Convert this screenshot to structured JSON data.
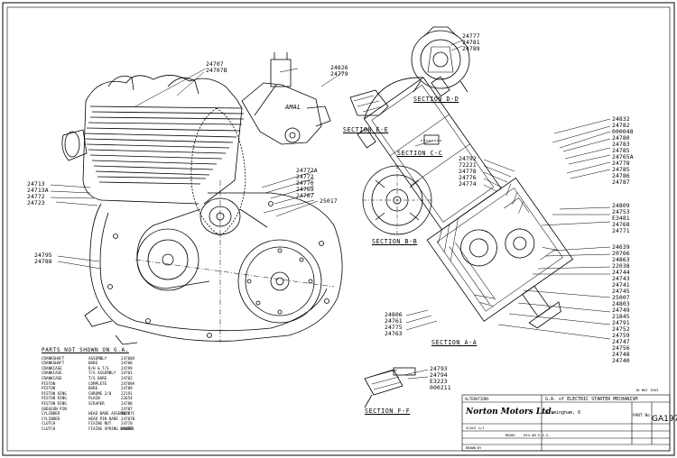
{
  "labels_cylinder": [
    "24707",
    "24707B"
  ],
  "labels_carb": [
    "24826",
    "24779"
  ],
  "carb_text": "AMAL",
  "labels_top_right": [
    "24777",
    "24781",
    "24789"
  ],
  "sections": {
    "d": "SECTION D-D",
    "e": "SECTION E-E",
    "c": "SECTION C-C",
    "b": "SECTION B-B",
    "a": "SECTION A-A",
    "f": "SECTION F-F"
  },
  "labels_left_mid": [
    "24713",
    "24713A",
    "24772",
    "24723"
  ],
  "labels_left_low": [
    "24795",
    "24788"
  ],
  "labels_b_group": [
    "24772A",
    "24772",
    "24770",
    "24769",
    "24767"
  ],
  "label_b_single": "25017",
  "labels_c_group": [
    "24792",
    "72221",
    "24778",
    "24776",
    "24774"
  ],
  "labels_right_top": [
    "24832",
    "24782",
    "000048",
    "24780",
    "24783",
    "24785",
    "24765A",
    "24778",
    "24785",
    "24786",
    "24787"
  ],
  "labels_right_mid": [
    "24809",
    "24753",
    "E3481",
    "24768",
    "24771"
  ],
  "labels_right_low": [
    "24639",
    "20766",
    "24863",
    "22038",
    "24744",
    "24743",
    "24741",
    "24745",
    "25007",
    "24803",
    "24749",
    "21845",
    "24791",
    "24752",
    "24759",
    "24747",
    "24756",
    "24748",
    "24740"
  ],
  "labels_a_left": [
    "24806",
    "24761",
    "24775",
    "24763"
  ],
  "labels_f": [
    "24793",
    "24794",
    "E3223",
    "000211"
  ],
  "parts_not_shown": {
    "title": "PARTS NOT SHOWN ON G.A.",
    "rows": [
      [
        "CRANKSHAFT",
        "ASSEMBLY",
        "24700A"
      ],
      [
        "CRANKSHAFT",
        "BARE",
        "24700"
      ],
      [
        "CRANKCASE",
        "R/H & T/S",
        "24799"
      ],
      [
        "CRANKCASE",
        "T/S ASSEMBLY",
        "24701"
      ],
      [
        "CRANKCASE",
        "T/S BARE",
        "24702"
      ],
      [
        "PISTON",
        "COMPLETE",
        "24709A"
      ],
      [
        "PISTON",
        "BARE",
        "24709"
      ],
      [
        "PISTON RING",
        "CHROME 2/0",
        "22191"
      ],
      [
        "PISTON RING",
        "PLAIN",
        "22654"
      ],
      [
        "PISTON RING",
        "SCRAPER",
        "24788"
      ],
      [
        "GUDGEON PIN",
        "",
        "24707"
      ],
      [
        "CYLINDER",
        "HEAD BARE ASSEMBLY",
        "24707C"
      ],
      [
        "CYLINDER",
        "HEAD PIN BARE",
        "24707B"
      ],
      [
        "CLUTCH",
        "FIXING NUT",
        "24770"
      ],
      [
        "CLUTCH",
        "FIXING SPRING WASHER",
        "24459"
      ]
    ]
  },
  "title_block": {
    "title": "G.A. of ELECTRIC STARTER MECHANISM",
    "company": "Norton Motors Ltd.",
    "city": "Birmingham, 6",
    "part_no_label": "PART No",
    "part_no": "GA197",
    "scale_label": "SCALE 1/1",
    "model_label": "MODEL",
    "model_value": "E54 ON E.S.S.",
    "alterations": "ALTERATIONS",
    "date_stamp": "16 MAY 1963",
    "footer": "DRAWN BY"
  }
}
